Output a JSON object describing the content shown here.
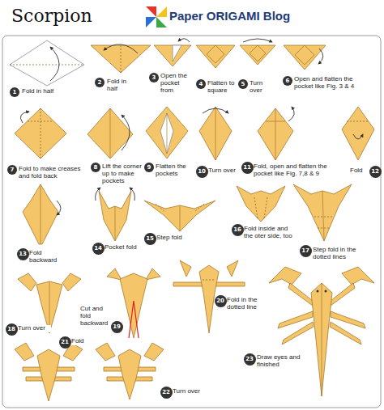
{
  "diagram": {
    "title": "Scorpion",
    "nodes": [
      {
        "text": [
          "1"
        ]
      },
      {
        "text": [
          "2"
        ]
      },
      {
        "text": [
          "3"
        ]
      },
      {
        "text": [
          "4"
        ]
      },
      {
        "text": [
          "5"
        ]
      },
      {
        "text": [
          "6"
        ]
      },
      {
        "text": [
          "7"
        ]
      },
      {
        "text": [
          "8"
        ]
      },
      {
        "text": [
          "9"
        ]
      },
      {
        "text": [
          "10"
        ]
      },
      {
        "text": [
          "11"
        ]
      },
      {
        "text": [
          "12"
        ]
      },
      {
        "text": [
          "13"
        ]
      },
      {
        "text": [
          "14"
        ]
      },
      {
        "text": [
          "15"
        ]
      },
      {
        "text": [
          "16"
        ]
      },
      {
        "text": [
          "17"
        ]
      },
      {
        "text": [
          "18"
        ]
      },
      {
        "text": [
          "19"
        ]
      },
      {
        "text": [
          "20"
        ]
      },
      {
        "text": [
          "21"
        ]
      },
      {
        "text": [
          "22"
        ]
      },
      {
        "text": [
          "23"
        ]
      }
    ],
    "labels": [
      "Paper ORIGAMI Blog",
      "Fold in half",
      "Fold in half",
      "Open the pocket from",
      "Flatten to square",
      "Turn over",
      "Open and flatten the pocket like Fig. 3 & 4",
      "Fold to make creases and fold back",
      "Lift the corner up to make pockets",
      "Flatten the pockets",
      "Turn over",
      "Fold, open and flatten the pocket like Fig. 7,8 & 9",
      "Fold",
      "Fold backward",
      "Pocket fold",
      "Step fold",
      "Fold inside and the oter side, too",
      "Step fold in the dotted lines",
      "Turn over",
      "Cut and fold backward",
      "Fold in the dotted line",
      "Fold",
      "Turn over",
      "Draw eyes and finished"
    ]
  }
}
